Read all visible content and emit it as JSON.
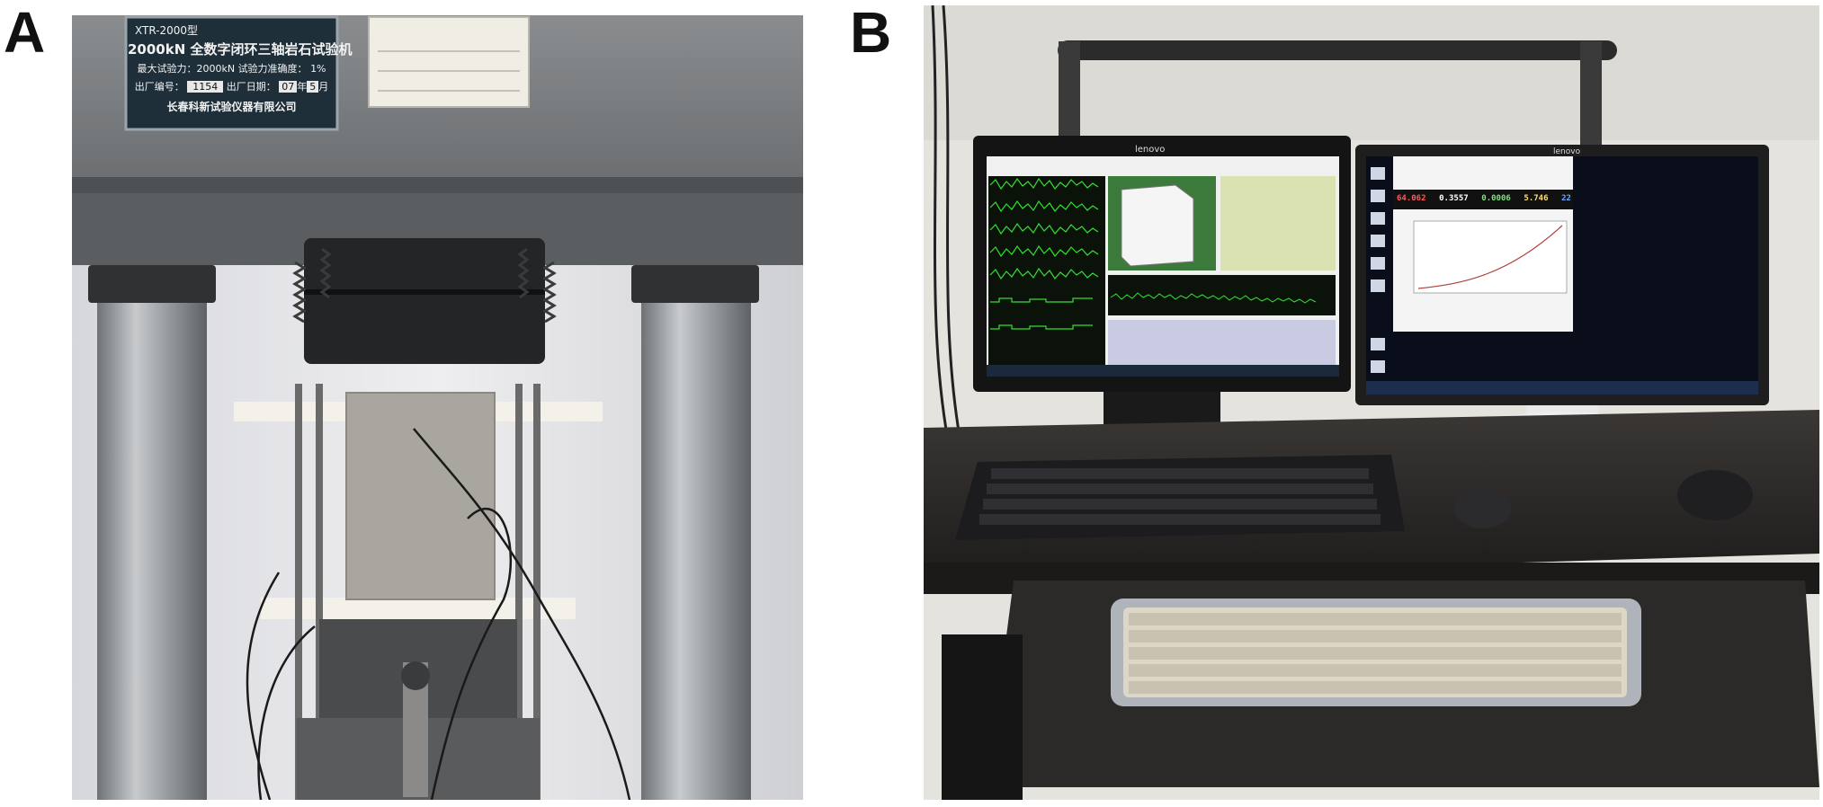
{
  "panels": [
    {
      "letter": "A",
      "nameplate": {
        "model": "XTR-2000型",
        "title": "2000kN 全数字闭环三轴岩石试验机",
        "max_force_label": "最大试验力：2000kN",
        "accuracy_label": "试验力准确度：",
        "accuracy_value": "1%",
        "serial_label": "出厂编号：",
        "serial_value": "1154",
        "date_label": "出厂日期：",
        "date_year": "07",
        "date_year_suffix": "年",
        "date_month": "5",
        "date_month_suffix": "月",
        "manufacturer": "长春科新试验仪器有限公司"
      }
    },
    {
      "letter": "B",
      "monitor_left": {
        "brand": "lenovo",
        "screen_bg": "#e8e8e8"
      },
      "monitor_right": {
        "brand": "lenovo",
        "readouts": [
          "64.062",
          "0.3557",
          "0.0006",
          "5.746",
          "22"
        ],
        "readout_colors": [
          "#ff5a5a",
          "#ffffff",
          "#7ee27e",
          "#ffe066",
          "#6aa8ff"
        ]
      }
    }
  ],
  "colors": {
    "frame_steel": "#6f7275",
    "column": "#a9adb0",
    "plate_bg": "#1f2f3a",
    "wall": "#e7e6e2",
    "desk": "#2a2826",
    "keyboard_black": "#1c1c1e",
    "keyboard_beige": "#ddd7c7"
  }
}
